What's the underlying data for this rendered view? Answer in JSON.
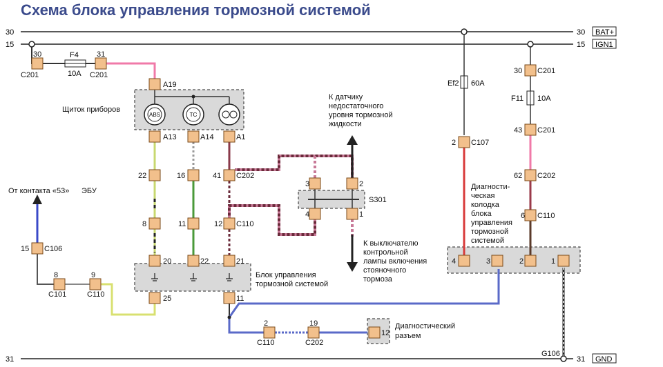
{
  "title": "Схема блока управления тормозной системой",
  "rails": {
    "r30_left": "30",
    "r30_right": "30",
    "r30_tag": "BAT+",
    "r15_left": "15",
    "r15_right": "15",
    "r15_tag": "IGN1",
    "r31_left": "31",
    "r31_right": "31",
    "r31_tag": "GND"
  },
  "fuses": {
    "f4": "F4",
    "f4_val": "10A",
    "ef2": "Ef2",
    "ef2_val": "60A",
    "f11": "F11",
    "f11_val": "10A"
  },
  "pins": {
    "c201_30_top": "30",
    "c201_31_top": "31",
    "c201_a": "C201",
    "c201_b": "C201",
    "a19": "A19",
    "a13": "A13",
    "a14": "A14",
    "a1": "A1",
    "n22": "22",
    "n16": "16",
    "n41": "41",
    "c202_a": "C202",
    "n8": "8",
    "n11": "11",
    "n12": "12",
    "c110_a": "C110",
    "n20": "20",
    "n22b": "22",
    "n21": "21",
    "n25": "25",
    "n11b": "11",
    "s3": "3",
    "s2": "2",
    "s4": "4",
    "s1": "1",
    "s301": "S301",
    "n15": "15",
    "c106": "C106",
    "n8b": "8",
    "c101": "C101",
    "n9": "9",
    "c110_b": "C110",
    "n2b": "2",
    "c110_c": "C110",
    "n19": "19",
    "c202_b": "C202",
    "n12b": "12",
    "n2_c107": "2",
    "c107": "C107",
    "n30": "30",
    "c201_r1": "C201",
    "n43": "43",
    "c201_r2": "C201",
    "n62": "62",
    "c202_r": "C202",
    "n6": "6",
    "c110_r": "C110",
    "d4": "4",
    "d3": "3",
    "d2": "2",
    "d1": "1",
    "g106": "G106"
  },
  "labels": {
    "cluster": "Щиток приборов",
    "abs": "ABS",
    "tc": "TC",
    "to_sensor_1": "К датчику",
    "to_sensor_2": "недостаточного",
    "to_sensor_3": "уровня тормозной",
    "to_sensor_4": "жидкости",
    "to_switch_1": "К выключателю",
    "to_switch_2": "контрольной",
    "to_switch_3": "лампы включения",
    "to_switch_4": "стояночного",
    "to_switch_5": "тормоза",
    "ecu_1": "От контакта «53»",
    "ecu_2": "ЭБУ",
    "bcm_1": "Блок управления",
    "bcm_2": "тормозной системой",
    "diag_1": "Диагности-",
    "diag_2": "ческая",
    "diag_3": "колодка",
    "diag_4": "блока",
    "diag_5": "управления",
    "diag_6": "тормозной",
    "diag_7": "системой",
    "conn_1": "Диагностический",
    "conn_2": "разъем"
  }
}
